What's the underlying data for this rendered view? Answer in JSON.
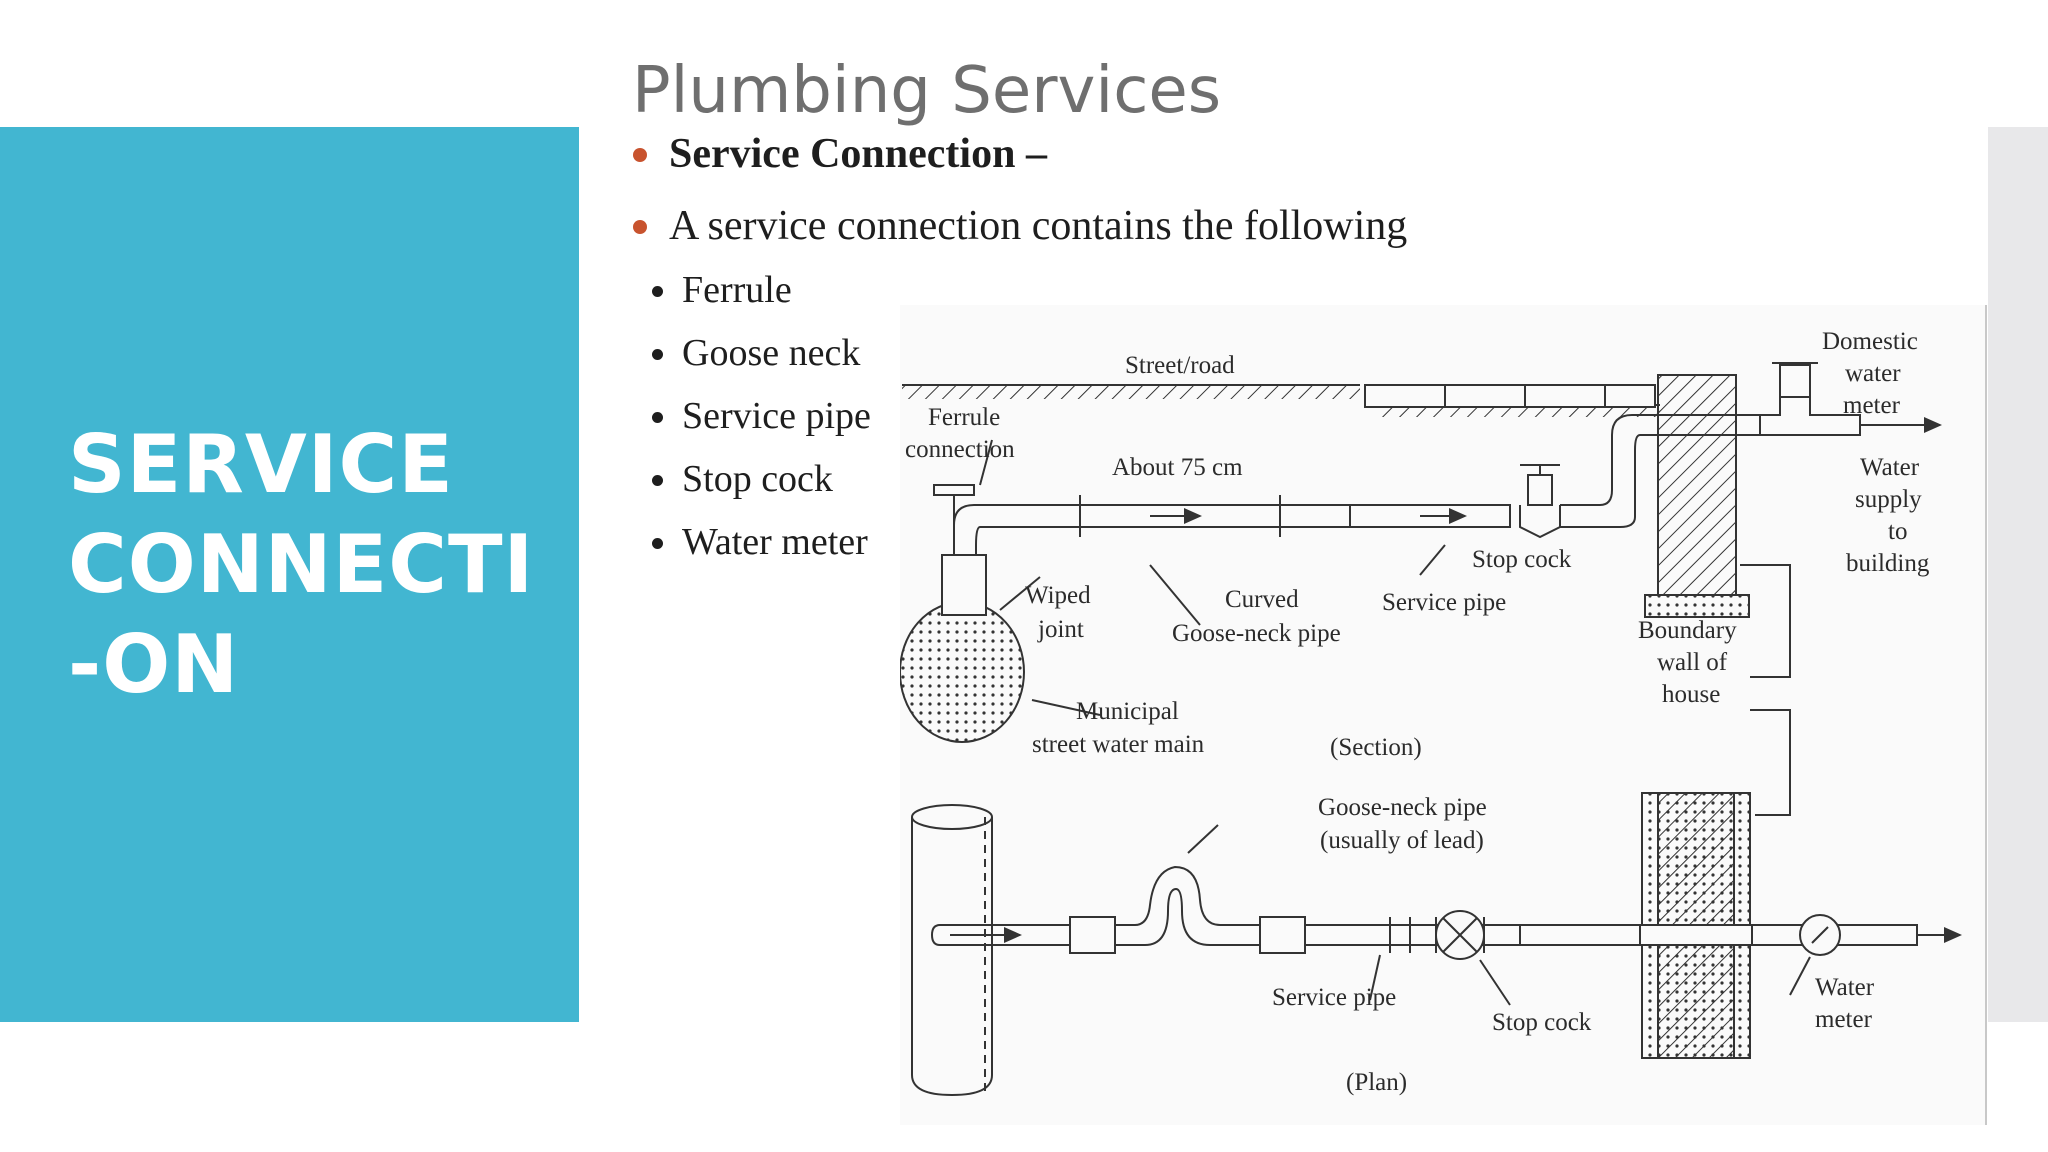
{
  "side_title": [
    "SERVICE",
    "CONNECTI",
    "-ON"
  ],
  "slide_title": "Plumbing Services",
  "main_bullets": [
    "Service Connection –",
    "A service connection contains the following"
  ],
  "sub_bullets": [
    "Ferrule",
    "Goose neck",
    "Service pipe",
    "Stop cock",
    "Water meter"
  ],
  "colors": {
    "accent": "#42b6d1",
    "bullet": "#c8532e",
    "sub_bullet": "#1e1e1e"
  },
  "diagram": {
    "street_road": "Street/road",
    "ferrule_1": "Ferrule",
    "ferrule_2": "connection",
    "about": "About 75 cm",
    "domestic_1": "Domestic",
    "domestic_2": "water",
    "domestic_3": "meter",
    "supply_1": "Water",
    "supply_2": "supply",
    "supply_3": "to",
    "supply_4": "building",
    "stop_cock_section": "Stop cock",
    "wiped_1": "Wiped",
    "wiped_2": "joint",
    "curved_1": "Curved",
    "curved_2": "Goose-neck pipe",
    "service_pipe_section": "Service pipe",
    "boundary_1": "Boundary",
    "boundary_2": "wall of",
    "boundary_3": "house",
    "municipal_1": "Municipal",
    "municipal_2": "street water main",
    "section": "(Section)",
    "gooseneck_plan_1": "Goose-neck pipe",
    "gooseneck_plan_2": "(usually of lead)",
    "service_pipe_plan": "Service pipe",
    "stop_cock_plan": "Stop cock",
    "meter_plan_1": "Water",
    "meter_plan_2": "meter",
    "plan": "(Plan)"
  }
}
